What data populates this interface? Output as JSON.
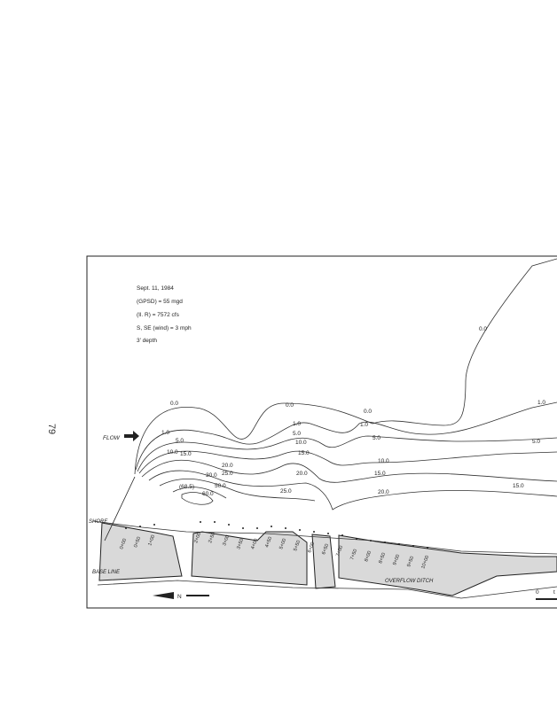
{
  "page": {
    "number": "79"
  },
  "legend": {
    "lines": [
      "Sept. 11, 1984",
      "(GPSD) = 55 mgd",
      "(Il. R) = 7572 cfs",
      "S, SE (wind) = 3 mph",
      "3' depth"
    ]
  },
  "annotations": {
    "flow": "FLOW",
    "shore": "SHORE",
    "base_line": "BASE LINE",
    "overflow_ditch": "OVERFLOW DITCH",
    "north": "N",
    "scale_zero": "0",
    "scale_end": "t"
  },
  "contour_labels": [
    "0.0",
    "0.0",
    "0.0",
    "0.0",
    "1.0",
    "1.0",
    "1.0",
    "1.0",
    "5.0",
    "5.0",
    "5.0",
    "5.0",
    "10.0",
    "10.0",
    "10.0",
    "15.0",
    "15.0",
    "15.0",
    "15.0",
    "20.0",
    "20.0",
    "20.0",
    "25.0",
    "25.0",
    "30.0",
    "50.0",
    "60.0",
    "(68.5)"
  ],
  "stations": [
    "0+00",
    "0+50",
    "1+00",
    "2+00",
    "2+50",
    "3+00",
    "3+50",
    "4+00",
    "4+50",
    "5+00",
    "5+50",
    "6+00",
    "6+50",
    "7+00",
    "7+50",
    "8+00",
    "8+50",
    "9+00",
    "9+50",
    "10+00"
  ],
  "colors": {
    "ink": "#222222",
    "shade": "#d9d9d9"
  }
}
